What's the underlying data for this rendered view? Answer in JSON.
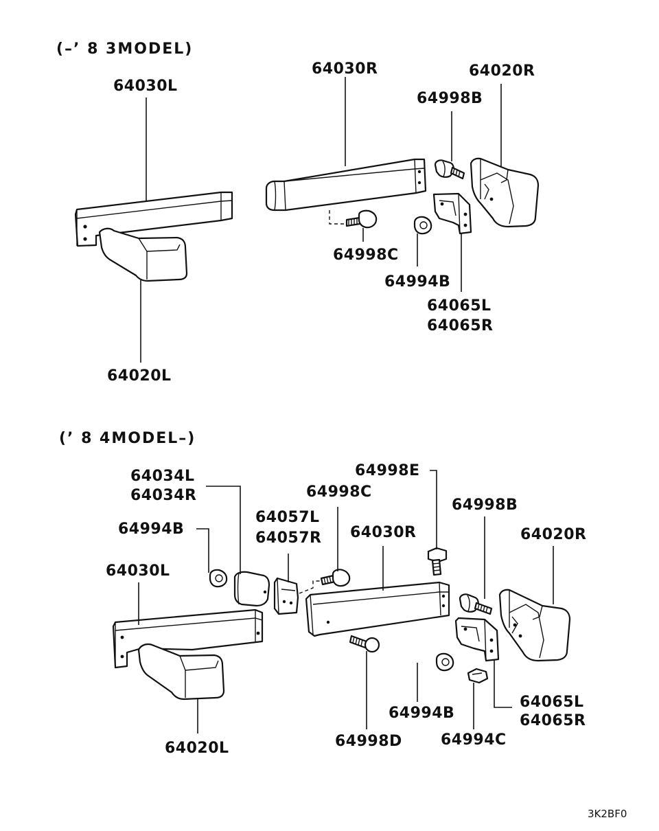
{
  "headers": {
    "model_top": "(–’ 8 3MODEL)",
    "model_bottom": "(’ 8 4MODEL–)"
  },
  "labels_top": {
    "l64030L": "64030L",
    "l64030R": "64030R",
    "l64020R": "64020R",
    "l64998B": "64998B",
    "l64998C": "64998C",
    "l64994B": "64994B",
    "l64065L": "64065L",
    "l64065R": "64065R",
    "l64020L": "64020L"
  },
  "labels_bottom": {
    "l64034L": "64034L",
    "l64034R": "64034R",
    "l64998E": "64998E",
    "l64998C": "64998C",
    "l64998B": "64998B",
    "l64057L": "64057L",
    "l64057R": "64057R",
    "l64994B_left": "64994B",
    "l64030R": "64030R",
    "l64020R": "64020R",
    "l64030L": "64030L",
    "l64994B_right": "64994B",
    "l64998D": "64998D",
    "l64994C": "64994C",
    "l64065L": "64065L",
    "l64065R": "64065R",
    "l64020L": "64020L"
  },
  "diagram_code": "3K2BF0"
}
